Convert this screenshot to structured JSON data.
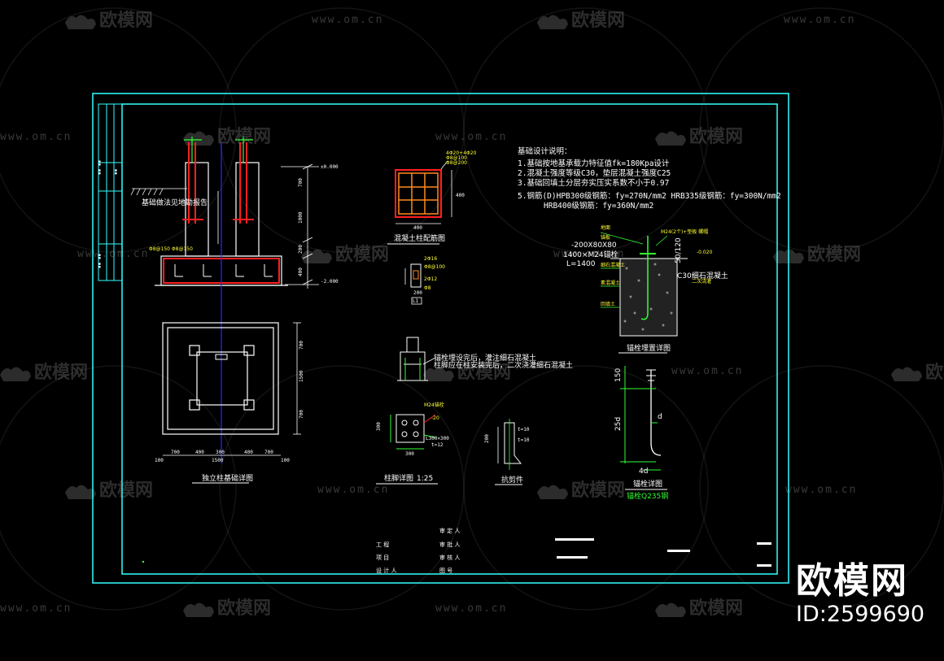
{
  "watermark": {
    "site_name": "欧模网",
    "url": "www.om.cn"
  },
  "brand": {
    "name": "欧模网",
    "id_label": "ID:2599690"
  },
  "colors": {
    "frame": "#33ffff",
    "rebar": "#ff2020",
    "leader": "#33ff33",
    "axis": "#2a2aff",
    "note": "#ffffff",
    "tag": "#ffff33"
  },
  "notes": {
    "title": "基础设计说明：",
    "lines": [
      "1.基础按地基承载力特征值fk=180Kpa设计",
      "2.混凝土强度等级C30，垫层混凝土强度C25",
      "3.基础回填土分层夯实压实系数不小于0.97",
      "5.钢筋(D)HPB300级钢筋：fy=270N/mm2   HRB335级钢筋：fy=300N/mm2",
      "HRB400级钢筋：fy=360N/mm2"
    ]
  },
  "drawings": {
    "plan_title": "独立柱基础详图",
    "section_title": "混凝土柱配筋图",
    "detail_title": "柱脚详图",
    "detail_scale": "1:25",
    "ground_title": "锚栓埋置详图",
    "anchor_title": "锚栓详图",
    "anchor_sub": "锚栓Q235钢",
    "side_title": "抗剪件",
    "left_label": "基础做法见地勘报告",
    "dims": {
      "d150": "150",
      "d25d": "25d",
      "d4d": "4d",
      "dd": "d",
      "d50120": "50/120",
      "plate": "-200X80X80",
      "c30": "C30细石混凝土",
      "l1400": "L=1400",
      "bolt": "1400×M24锚栓",
      "plate2": "L300×300",
      "t": "t=12"
    }
  },
  "title_block": {
    "r1a": "工 程",
    "r1b": "审 批 人",
    "r2a": "项 目",
    "r2b": "审 核 人",
    "r3a": "设 计 人",
    "r3b": "图 号",
    "r0": "审 定 人"
  }
}
